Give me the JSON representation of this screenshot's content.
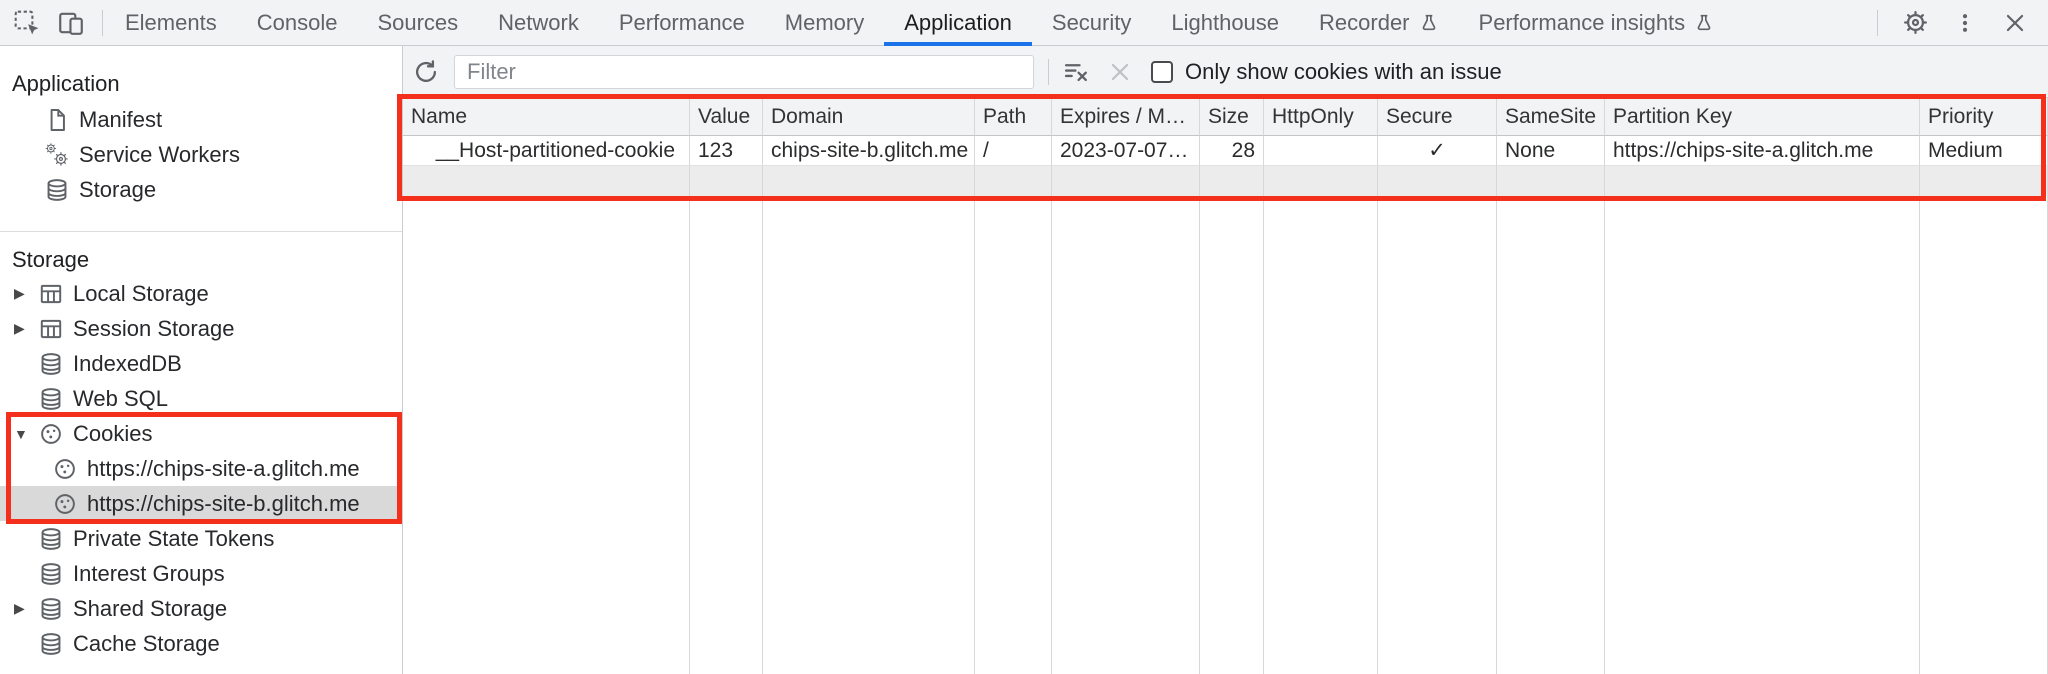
{
  "colors": {
    "accent_blue": "#1a73e8",
    "annotation_red": "#f4301d",
    "selection_gray": "#d9d9d9",
    "toolbar_bg": "#f2f3f4"
  },
  "tabbar": {
    "tabs": [
      "Elements",
      "Console",
      "Sources",
      "Network",
      "Performance",
      "Memory",
      "Application",
      "Security",
      "Lighthouse",
      "Recorder",
      "Performance insights"
    ],
    "active_tab": "Application"
  },
  "sidebar": {
    "application_section_title": "Application",
    "application_items": [
      "Manifest",
      "Service Workers",
      "Storage"
    ],
    "storage_section_title": "Storage",
    "storage_items": {
      "local_storage": "Local Storage",
      "session_storage": "Session Storage",
      "indexeddb": "IndexedDB",
      "web_sql": "Web SQL",
      "cookies": "Cookies",
      "cookie_origin_a": "https://chips-site-a.glitch.me",
      "cookie_origin_b": "https://chips-site-b.glitch.me",
      "private_state_tokens": "Private State Tokens",
      "interest_groups": "Interest Groups",
      "shared_storage": "Shared Storage",
      "cache_storage": "Cache Storage"
    },
    "selected_item": "https://chips-site-b.glitch.me"
  },
  "toolbar": {
    "filter_placeholder": "Filter",
    "issue_checkbox_label": "Only show cookies with an issue",
    "issue_checkbox_checked": false
  },
  "cookie_table": {
    "columns": [
      "Name",
      "Value",
      "Domain",
      "Path",
      "Expires / M…",
      "Size",
      "HttpOnly",
      "Secure",
      "SameSite",
      "Partition Key",
      "Priority"
    ],
    "rows": [
      {
        "name": "__Host-partitioned-cookie",
        "value": "123",
        "domain": "chips-site-b.glitch.me",
        "path": "/",
        "expires": "2023-07-07…",
        "size": "28",
        "http_only": "",
        "secure": "✓",
        "same_site": "None",
        "partition_key": "https://chips-site-a.glitch.me",
        "priority": "Medium"
      }
    ]
  }
}
